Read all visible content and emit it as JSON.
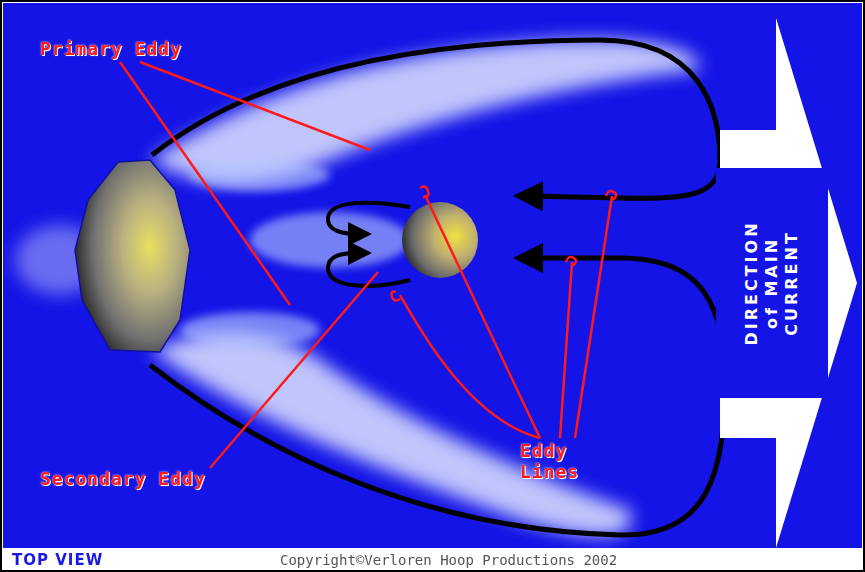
{
  "diagram": {
    "nodes": [
      {
        "text": [
          "DIRECTION of MAIN CURRENT"
        ]
      }
    ],
    "labels": [
      "Primary Eddy",
      "Eddy Lines",
      "Secondary Eddy",
      "TOP VIEW",
      "Copyright©Verloren Hoop Productions 2002"
    ]
  }
}
